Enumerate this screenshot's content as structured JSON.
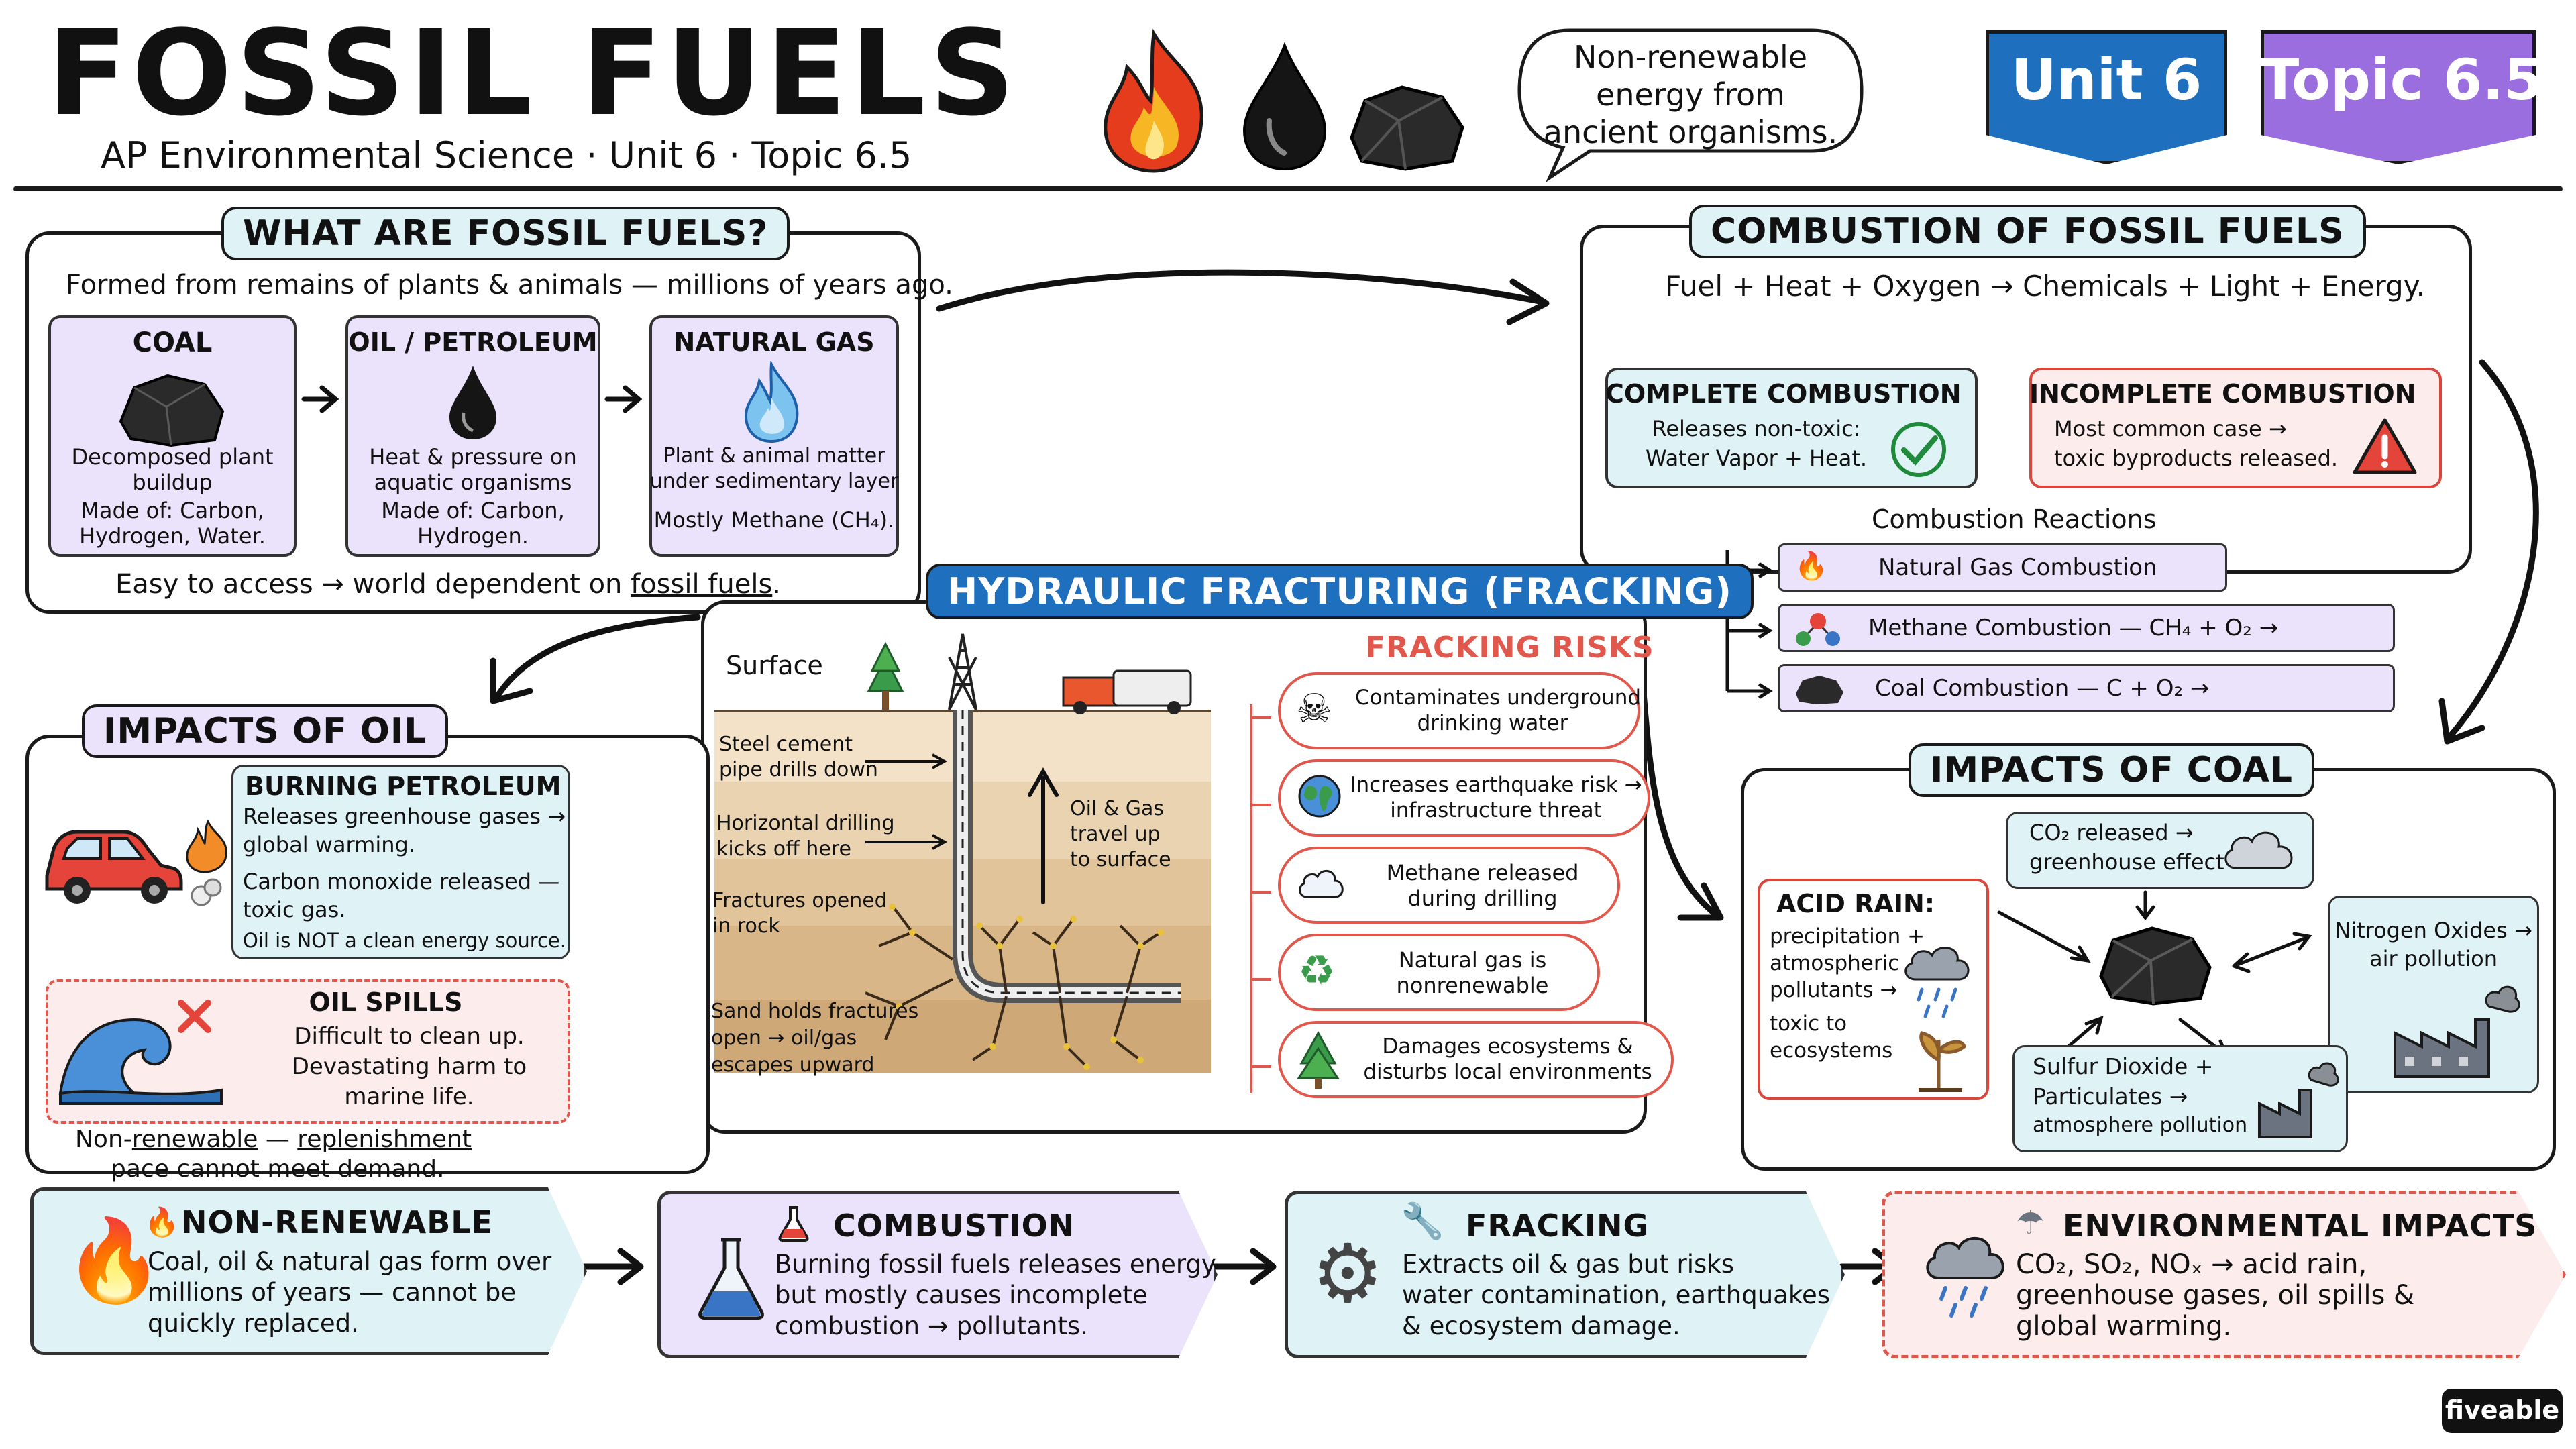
{
  "header": {
    "title": "FOSSIL FUELS",
    "subtitle": "AP Environmental Science · Unit 6 · Topic 6.5",
    "bubble": [
      "Non-renewable",
      "energy from",
      "ancient organisms."
    ],
    "unit_badge": "Unit 6",
    "topic_badge": "Topic 6.5"
  },
  "what": {
    "title": "WHAT ARE FOSSIL FUELS?",
    "intro": "Formed from remains of plants & animals — millions of years ago.",
    "coal": {
      "name": "COAL",
      "lines": [
        "Decomposed plant",
        "buildup",
        "Made of: Carbon,",
        "Hydrogen, Water."
      ]
    },
    "oil": {
      "name": "OIL / PETROLEUM",
      "lines": [
        "Heat & pressure on",
        "aquatic organisms",
        "Made of: Carbon,",
        "Hydrogen."
      ]
    },
    "gas": {
      "name": "NATURAL GAS",
      "lines": [
        "Plant & animal matter",
        "under sedimentary layer",
        "Mostly Methane (CH₄)."
      ]
    },
    "footer_prefix": "Easy to access → world dependent on ",
    "footer_link": "fossil fuels",
    "footer_suffix": "."
  },
  "combustion": {
    "title": "COMBUSTION OF FOSSIL FUELS",
    "equation": "Fuel + Heat + Oxygen → Chemicals + Light + Energy.",
    "complete": {
      "title": "COMPLETE COMBUSTION",
      "lines": [
        "Releases non-toxic:",
        "Water Vapor + Heat."
      ]
    },
    "incomplete": {
      "title": "INCOMPLETE COMBUSTION",
      "lines": [
        "Most common case →",
        "toxic byproducts released."
      ]
    },
    "reactions_title": "Combustion Reactions",
    "reactions": [
      "Natural Gas Combustion",
      "Methane Combustion — CH₄ + O₂ →",
      "Coal Combustion — C + O₂ →"
    ]
  },
  "fracking": {
    "title": "HYDRAULIC FRACTURING (FRACKING)",
    "surface": "Surface",
    "labels": [
      [
        "Steel cement",
        "pipe drills down"
      ],
      [
        "Horizontal drilling",
        "kicks off here"
      ],
      [
        "Fractures opened",
        "in rock"
      ],
      [
        "Sand holds fractures",
        "open → oil/gas",
        "escapes upward"
      ]
    ],
    "travel": [
      "Oil & Gas",
      "travel up",
      "to surface"
    ],
    "risks_title": "FRACKING RISKS",
    "risks": [
      [
        "Contaminates underground",
        "drinking water"
      ],
      [
        "Increases earthquake risk →",
        "infrastructure threat"
      ],
      [
        "Methane released",
        "during drilling"
      ],
      [
        "Natural gas is",
        "nonrenewable"
      ],
      [
        "Damages ecosystems &",
        "disturbs local environments"
      ]
    ]
  },
  "oil": {
    "title": "IMPACTS OF OIL",
    "burning_title": "BURNING PETROLEUM",
    "burning": [
      "Releases greenhouse gases →",
      "global warming.",
      "Carbon monoxide released —",
      "toxic gas.",
      "Oil is NOT a clean energy source."
    ],
    "spills_title": "OIL SPILLS",
    "spills": [
      "Difficult to clean up.",
      "Devastating harm to",
      "marine life."
    ],
    "footer1_a": "Non-",
    "footer1_b": "renewable",
    "footer1_c": " — ",
    "footer1_d": "replenishment",
    "footer2": "pace cannot meet demand."
  },
  "coal": {
    "title": "IMPACTS OF COAL",
    "co2": [
      "CO₂ released →",
      "greenhouse effect"
    ],
    "acid_title": "ACID RAIN:",
    "acid": [
      "precipitation +",
      "atmospheric",
      "pollutants →",
      "toxic to",
      "ecosystems"
    ],
    "nox": [
      "Nitrogen Oxides →",
      "air pollution"
    ],
    "so2": [
      "Sulfur Dioxide +",
      "Particulates →",
      "atmosphere pollution"
    ]
  },
  "bottom": [
    {
      "title": "NON-RENEWABLE",
      "lines": [
        "Coal, oil & natural gas form over",
        "millions of years — cannot be",
        "quickly replaced."
      ]
    },
    {
      "title": "COMBUSTION",
      "lines": [
        "Burning fossil fuels releases energy",
        "but mostly causes incomplete",
        "combustion → pollutants."
      ]
    },
    {
      "title": "FRACKING",
      "lines": [
        "Extracts oil & gas but risks",
        "water contamination, earthquakes",
        "& ecosystem damage."
      ]
    },
    {
      "title": "ENVIRONMENTAL IMPACTS",
      "lines": [
        "CO₂, SO₂, NOₓ → acid rain,",
        "greenhouse gases, oil spills &",
        "global warming."
      ]
    }
  ],
  "brand": "fiveable",
  "colors": {
    "teal": "#dff2f5",
    "purple": "#ebe3fb",
    "pink": "#fdecec",
    "risk_red": "#e2574c",
    "unit_blue": "#1f6fbf",
    "topic_purple": "#9b6ee0"
  }
}
